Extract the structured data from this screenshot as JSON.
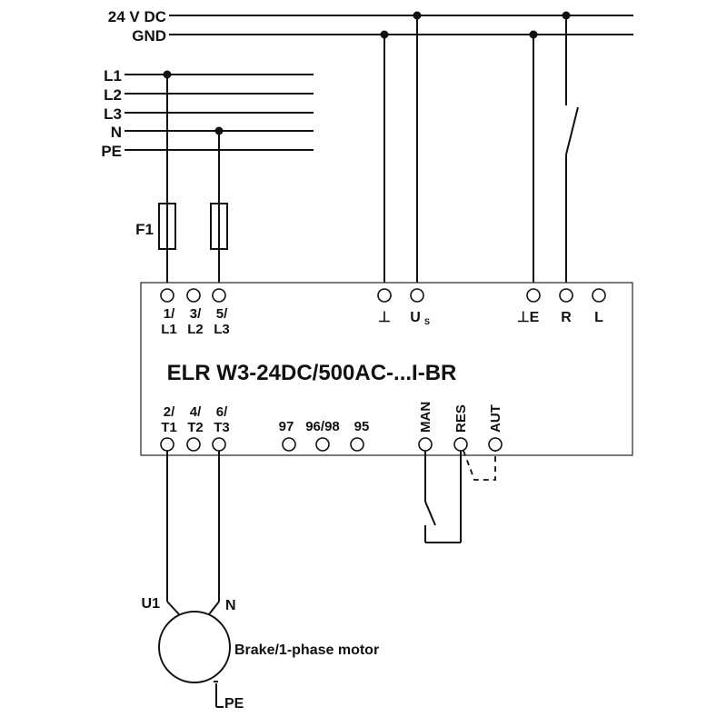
{
  "supply": {
    "dc_pos": "24 V DC",
    "dc_gnd": "GND"
  },
  "mains": {
    "l1": "L1",
    "l2": "L2",
    "l3": "L3",
    "n": "N",
    "pe": "PE"
  },
  "fuse": {
    "label": "F1"
  },
  "device": {
    "title": "ELR W3-24DC/500AC-...I-BR",
    "top_terminals": {
      "t1_line1": "1/",
      "t1_line2": "L1",
      "t3_line1": "3/",
      "t3_line2": "L2",
      "t5_line1": "5/",
      "t5_line2": "L3",
      "gnd": "⊥",
      "us_main": "U",
      "us_sub": "S",
      "ground_e": "⊥E",
      "r": "R",
      "l": "L"
    },
    "bottom_terminals": {
      "t2_line1": "2/",
      "t2_line2": "T1",
      "t4_line1": "4/",
      "t4_line2": "T2",
      "t6_line1": "6/",
      "t6_line2": "T3",
      "c97": "97",
      "c9698": "96/98",
      "c95": "95",
      "man": "MAN",
      "res": "RES",
      "aut": "AUT"
    }
  },
  "motor": {
    "label": "Brake/1-phase motor",
    "u1": "U1",
    "n": "N",
    "pe": "PE"
  }
}
